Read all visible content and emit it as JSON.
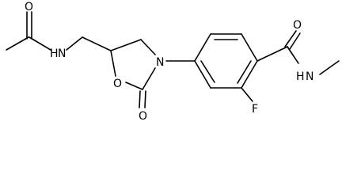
{
  "structure": {
    "atoms": {
      "carbonyl_o_acetyl": "O",
      "amide_nh_left": "N",
      "amide_h_left": "H",
      "ring_o": "O",
      "ring_n": "N",
      "oxo_o": "O",
      "fluoro": "F",
      "amide_o_right": "O",
      "amide_h_right": "H",
      "amide_n_right": "N"
    }
  }
}
